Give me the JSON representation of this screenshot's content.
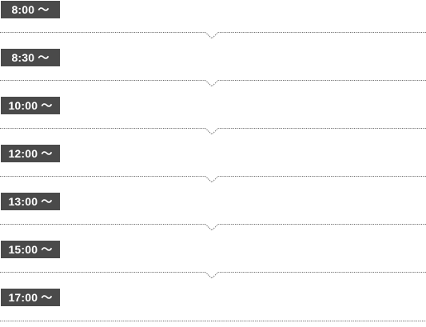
{
  "schedule": {
    "slots": [
      {
        "time": "8:00 〜"
      },
      {
        "time": "8:30 〜"
      },
      {
        "time": "10:00 〜"
      },
      {
        "time": "12:00 〜"
      },
      {
        "time": "13:00 〜"
      },
      {
        "time": "15:00 〜"
      },
      {
        "time": "17:00 〜"
      }
    ]
  },
  "colors": {
    "badge_bg": "#4a4a4a",
    "badge_text": "#ffffff",
    "divider": "#666666"
  }
}
